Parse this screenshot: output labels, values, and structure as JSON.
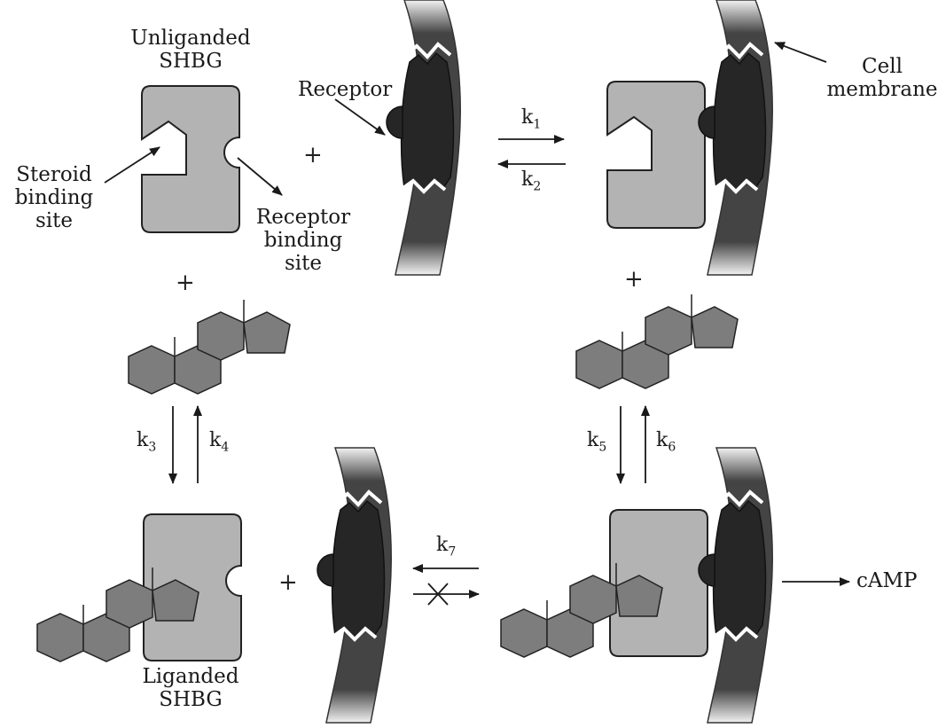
{
  "labels": {
    "unliganded_line1": "Unliganded",
    "unliganded_line2": "SHBG",
    "receptor": "Receptor",
    "cell_line1": "Cell",
    "cell_line2": "membrane",
    "steroid_line1": "Steroid",
    "steroid_line2": "binding",
    "steroid_line3": "site",
    "receptor_site_line1": "Receptor",
    "receptor_site_line2": "binding",
    "receptor_site_line3": "site",
    "liganded_line1": "Liganded",
    "liganded_line2": "SHBG",
    "camp": "cAMP"
  },
  "rates": {
    "k1": {
      "base": "k",
      "sub": "1"
    },
    "k2": {
      "base": "k",
      "sub": "2"
    },
    "k3": {
      "base": "k",
      "sub": "3"
    },
    "k4": {
      "base": "k",
      "sub": "4"
    },
    "k5": {
      "base": "k",
      "sub": "5"
    },
    "k6": {
      "base": "k",
      "sub": "6"
    },
    "k7": {
      "base": "k",
      "sub": "7"
    }
  },
  "plus": "+",
  "colors": {
    "shbg_fill": "#b3b3b3",
    "steroid_fill": "#7d7d7d",
    "membrane_fill": "#2b2b2b",
    "stroke": "#222222"
  }
}
